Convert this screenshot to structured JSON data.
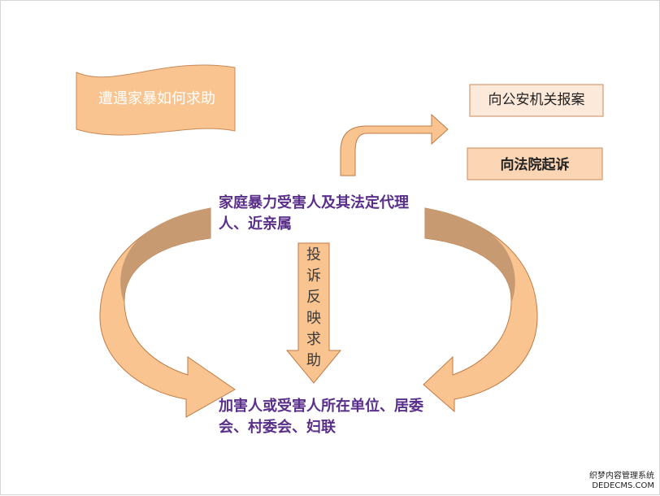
{
  "title": "遭遇家暴如何求助",
  "boxes": {
    "police": "向公安机关报案",
    "court": "向法院起诉"
  },
  "nodes": {
    "victims": "家庭暴力受害人及其法定代理人、近亲属",
    "units": "加害人或受害人所在单位、居委会、村委会、妇联"
  },
  "down_arrow_label": [
    "投",
    "诉",
    "反",
    "映",
    "求",
    "助"
  ],
  "watermark": {
    "line1": "织梦内容管理系统",
    "line2": "DEDECMS.COM"
  },
  "colors": {
    "arrow_fill": "#f9c48f",
    "arrow_shadow": "#c79a72",
    "arrow_stroke": "#c07a45",
    "box_fill": "#fcd5b4",
    "text_purple": "#5a2f8a"
  }
}
